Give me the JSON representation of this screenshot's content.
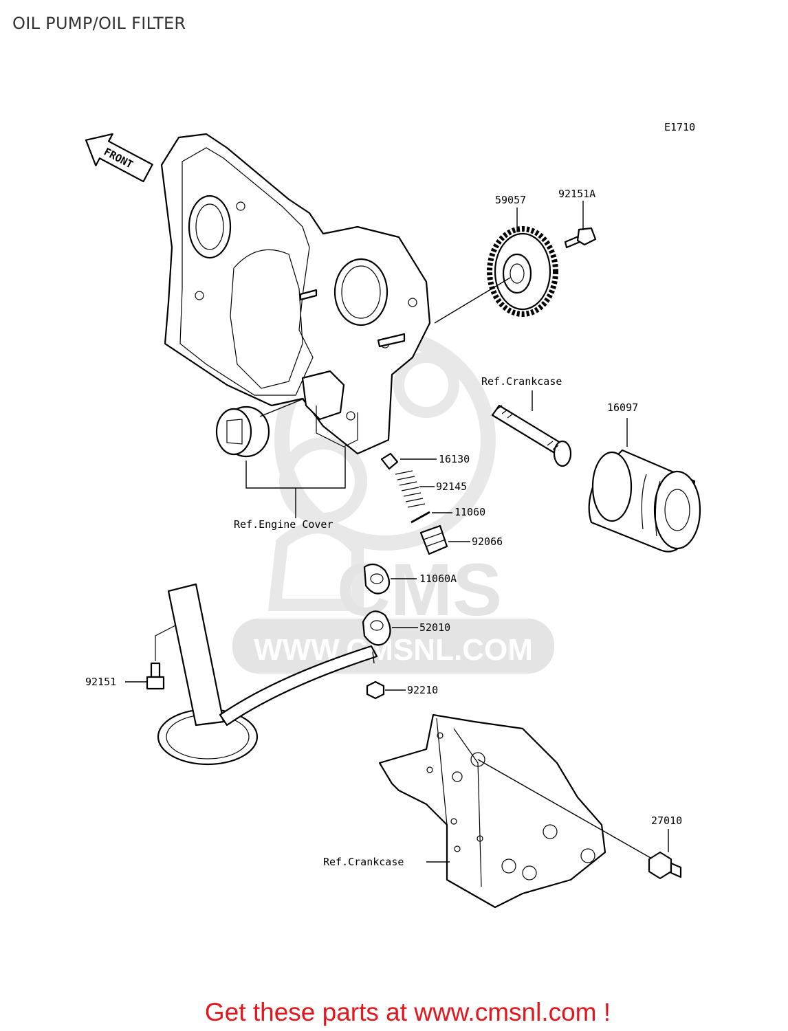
{
  "title": "OIL PUMP/OIL FILTER",
  "diagram_code": "E1710",
  "front_arrow_label": "FRONT",
  "parts": {
    "p59057": "59057",
    "p92151A": "92151A",
    "p16097": "16097",
    "p16130": "16130",
    "p92145": "92145",
    "p11060": "11060",
    "p92066": "92066",
    "p11060A": "11060A",
    "p52010": "52010",
    "p92151": "92151",
    "p92210": "92210",
    "p27010": "27010"
  },
  "references": {
    "crankcase_top": "Ref.Crankcase",
    "engine_cover": "Ref.Engine Cover",
    "crankcase_bottom": "Ref.Crankcase"
  },
  "watermark": {
    "brand": "CMS",
    "url": "WWW.CMSNL.COM"
  },
  "footer": "Get these parts at www.cmsnl.com !"
}
